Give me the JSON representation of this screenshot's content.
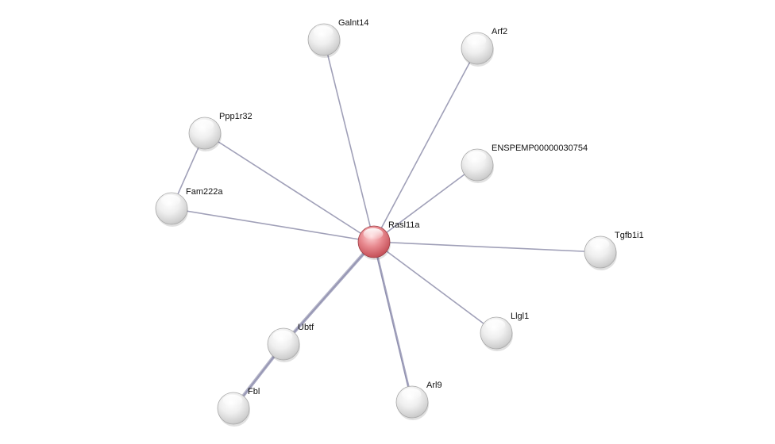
{
  "network": {
    "nodes": [
      {
        "id": "rasl11a",
        "label": "Rasl11a",
        "query": true
      },
      {
        "id": "galnt14",
        "label": "Galnt14",
        "query": false
      },
      {
        "id": "arf2",
        "label": "Arf2",
        "query": false
      },
      {
        "id": "ppp1r32",
        "label": "Ppp1r32",
        "query": false
      },
      {
        "id": "enspemp",
        "label": "ENSPEMP00000030754",
        "query": false
      },
      {
        "id": "fam222a",
        "label": "Fam222a",
        "query": false
      },
      {
        "id": "tgfb1i1",
        "label": "Tgfb1i1",
        "query": false
      },
      {
        "id": "llgl1",
        "label": "Llgl1",
        "query": false
      },
      {
        "id": "ubtf",
        "label": "Ubtf",
        "query": false
      },
      {
        "id": "arl9",
        "label": "Arl9",
        "query": false
      },
      {
        "id": "fbl",
        "label": "Fbl",
        "query": false
      }
    ],
    "edges": [
      {
        "source": "rasl11a",
        "target": "galnt14",
        "strength": 1
      },
      {
        "source": "rasl11a",
        "target": "arf2",
        "strength": 1
      },
      {
        "source": "rasl11a",
        "target": "ppp1r32",
        "strength": 1
      },
      {
        "source": "rasl11a",
        "target": "enspemp",
        "strength": 1
      },
      {
        "source": "rasl11a",
        "target": "fam222a",
        "strength": 1
      },
      {
        "source": "rasl11a",
        "target": "tgfb1i1",
        "strength": 1
      },
      {
        "source": "rasl11a",
        "target": "llgl1",
        "strength": 1
      },
      {
        "source": "rasl11a",
        "target": "ubtf",
        "strength": 3
      },
      {
        "source": "rasl11a",
        "target": "arl9",
        "strength": 2
      },
      {
        "source": "ppp1r32",
        "target": "fam222a",
        "strength": 1
      },
      {
        "source": "ubtf",
        "target": "fbl",
        "strength": 3
      }
    ],
    "colors": {
      "query_node": "#e0707a",
      "other_node": "#e8e8e8",
      "edge": "#a0a0b8"
    }
  }
}
